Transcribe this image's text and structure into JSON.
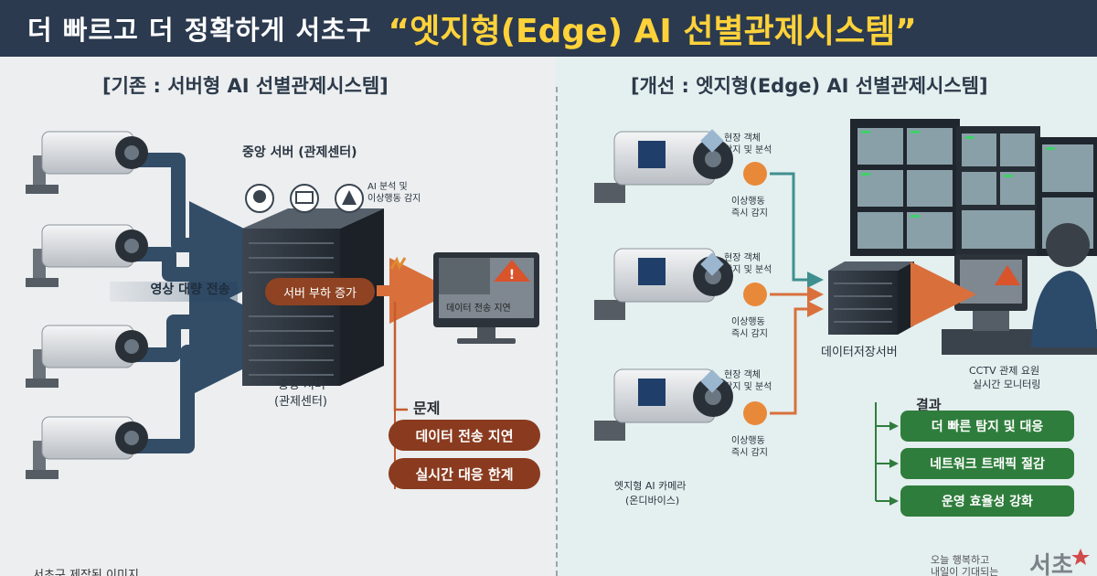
{
  "banner": {
    "lead": "더 빠르고 더 정확하게 서초구",
    "highlight": "“엣지형(Edge) AI 선별관제시스템”"
  },
  "left": {
    "title": "[기존 : 서버형 AI 선별관제시스템]",
    "server_top_label": "중앙 서버 (관제센터)",
    "ai_caption": "AI 분석 및\n이상행동 감지",
    "flow_label": "영상 대량 전송",
    "load_pill": "서버 부하 증가",
    "server_bottom_label_1": "중앙 서버",
    "server_bottom_label_2": "(관제센터)",
    "monitor_caption": "데이터 전송 지연",
    "problem_title": "문제",
    "problems": [
      "데이터 전송 지연",
      "실시간 대응 한계"
    ]
  },
  "right": {
    "title": "[개선 : 엣지형(Edge) AI 선별관제시스템]",
    "detect_label_1": "현장 객체",
    "detect_label_2": "탐지 및 분석",
    "alert_label_1": "이상행동",
    "alert_label_2": "즉시 감지",
    "camera_label_1": "엣지형 AI 카메라",
    "camera_label_2": "(온디바이스)",
    "storage_label": "데이터저장서버",
    "operator_label_1": "CCTV 관제 요원",
    "operator_label_2": "실시간 모니터링",
    "result_title": "결과",
    "results": [
      "더 빠른 탐지 및 대응",
      "네트워크 트래픽 절감",
      "운영 효율성 강화"
    ]
  },
  "footer": {
    "left_text": "서초구 제작된 이미지",
    "slogan_1": "오늘 행복하고",
    "slogan_2": "내일이 기대되는",
    "brand": "서초"
  },
  "colors": {
    "banner_bg": "#2b3a4f",
    "highlight": "#ffd23a",
    "problem_pill": "#8a3b1f",
    "result_pill": "#2f7d3c",
    "flow_arrow": "#24405c",
    "orange_arrow": "#d9703c",
    "teal_arrow": "#3f8f8f"
  }
}
